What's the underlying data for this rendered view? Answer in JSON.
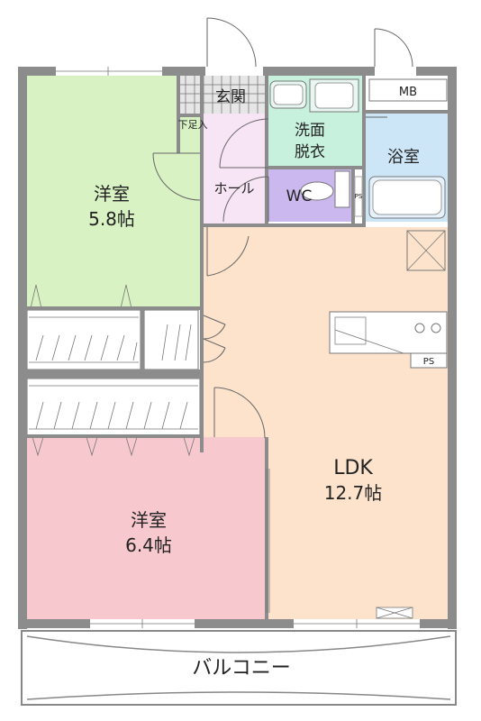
{
  "rooms": {
    "western_room_1": {
      "name": "洋室",
      "size": "5.8帖",
      "color": "#d9f2c4"
    },
    "western_room_2": {
      "name": "洋室",
      "size": "6.4帖",
      "color": "#f7c9cf"
    },
    "ldk": {
      "name": "LDK",
      "size": "12.7帖",
      "color": "#fde3cc"
    },
    "entrance": {
      "name": "玄関"
    },
    "shoe_box": {
      "name": "下足入"
    },
    "hall": {
      "name": "ホール",
      "color": "#f7e4f5"
    },
    "washroom": {
      "name_line1": "洗面",
      "name_line2": "脱衣",
      "color": "#c7f0dd"
    },
    "bathroom": {
      "name": "浴室",
      "color": "#cde6f7"
    },
    "wc": {
      "name": "WC",
      "color": "#cbb8ee"
    },
    "mb": {
      "name": "MB"
    },
    "ps_small": {
      "name": "PS"
    },
    "ps_kitchen": {
      "name": "PS"
    },
    "balcony": {
      "name": "バルコニー"
    }
  },
  "colors": {
    "wall": "#8c8c8c",
    "closet": "#ffffff",
    "entrance_tile": "#e6e6e6"
  }
}
